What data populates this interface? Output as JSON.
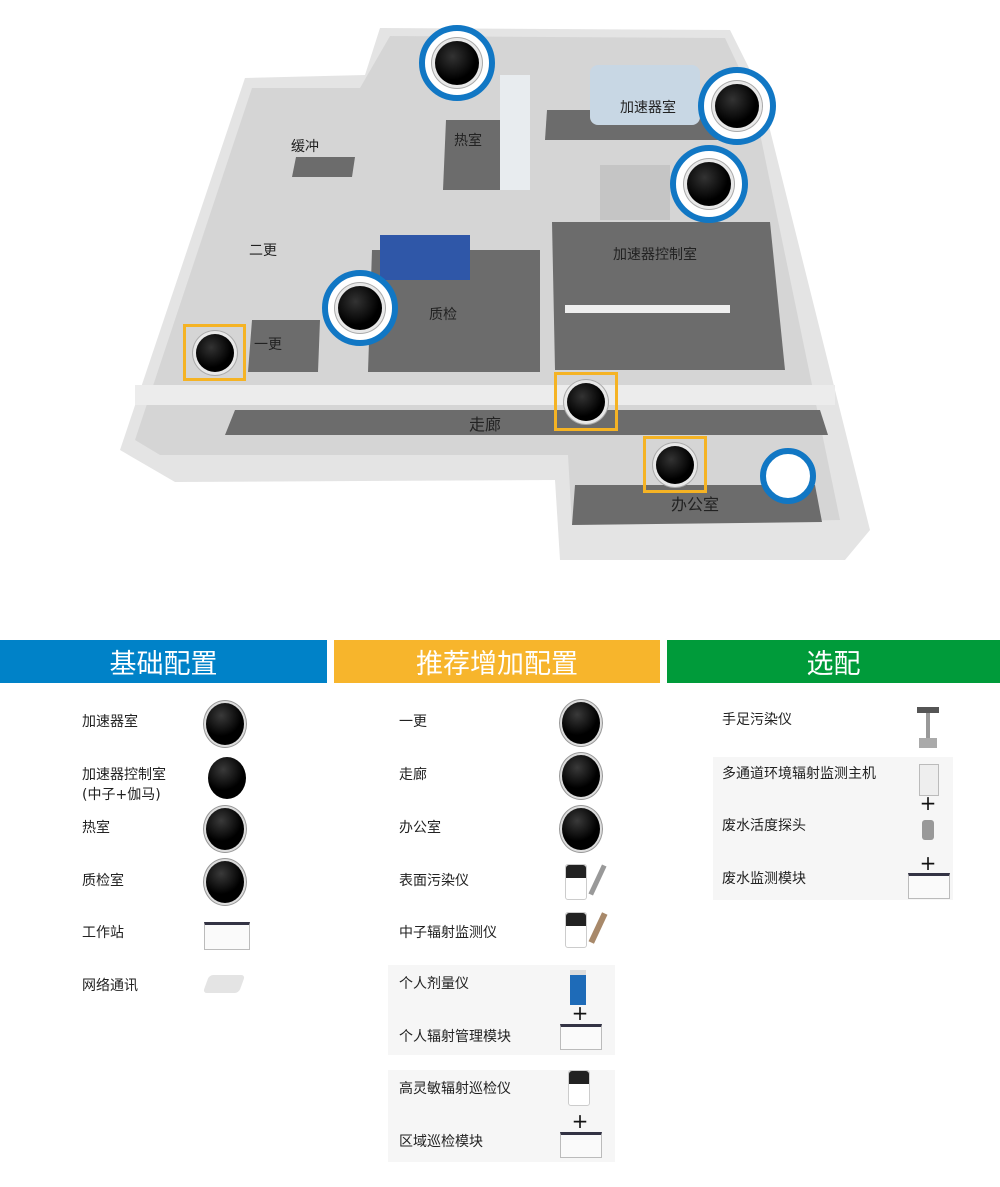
{
  "rooms": {
    "buffer": "缓冲",
    "change2": "二更",
    "change1": "一更",
    "hot": "热室",
    "qc": "质检",
    "accel": "加速器室",
    "control": "加速器控制室",
    "corridor": "走廊",
    "office": "办公室"
  },
  "headers": {
    "basic": "基础配置",
    "recommended": "推荐增加配置",
    "optional": "选配"
  },
  "colors": {
    "basic": "#0082c8",
    "recommended": "#f7b52c",
    "optional": "#009b3a"
  },
  "basic": [
    "加速器室",
    "加速器控制室",
    "(中子+伽马)",
    "热室",
    "质检室",
    "工作站",
    "网络通讯"
  ],
  "recommended": [
    "一更",
    "走廊",
    "办公室",
    "表面污染仪",
    "中子辐射监测仪",
    "个人剂量仪",
    "个人辐射管理模块",
    "高灵敏辐射巡检仪",
    "区域巡检模块"
  ],
  "optional": [
    "手足污染仪",
    "多通道环境辐射监测主机",
    "废水活度探头",
    "废水监测模块"
  ],
  "plus": "+"
}
